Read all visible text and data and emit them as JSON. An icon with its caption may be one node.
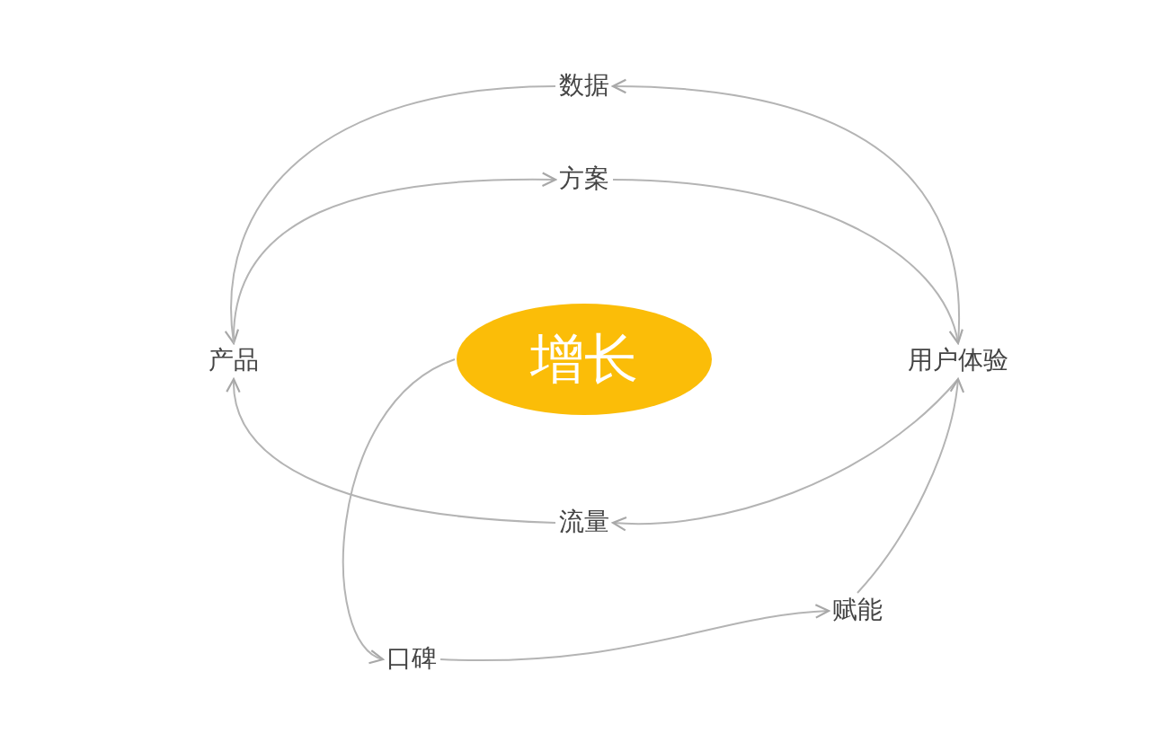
{
  "diagram": {
    "nodes": [
      {
        "text": [
          "增长"
        ]
      },
      {
        "text": [
          "数据"
        ]
      },
      {
        "text": [
          "方案"
        ]
      },
      {
        "text": [
          "产品"
        ]
      },
      {
        "text": [
          "用户体验"
        ]
      },
      {
        "text": [
          "流量"
        ]
      },
      {
        "text": [
          "赋能"
        ]
      },
      {
        "text": [
          "口碑"
        ]
      }
    ],
    "edges": [
      {
        "from": 4,
        "to": 1,
        "arrow": "to"
      },
      {
        "from": 1,
        "to": 3,
        "arrow": "to"
      },
      {
        "from": 3,
        "to": 2,
        "arrow": "to"
      },
      {
        "from": 2,
        "to": 4,
        "arrow": "to"
      },
      {
        "from": 4,
        "to": 5,
        "arrow": "to"
      },
      {
        "from": 5,
        "to": 3,
        "arrow": "to"
      },
      {
        "from": 0,
        "to": 7,
        "arrow": "to"
      },
      {
        "from": 7,
        "to": 6,
        "arrow": "to"
      },
      {
        "from": 6,
        "to": 4,
        "arrow": "to"
      }
    ]
  }
}
